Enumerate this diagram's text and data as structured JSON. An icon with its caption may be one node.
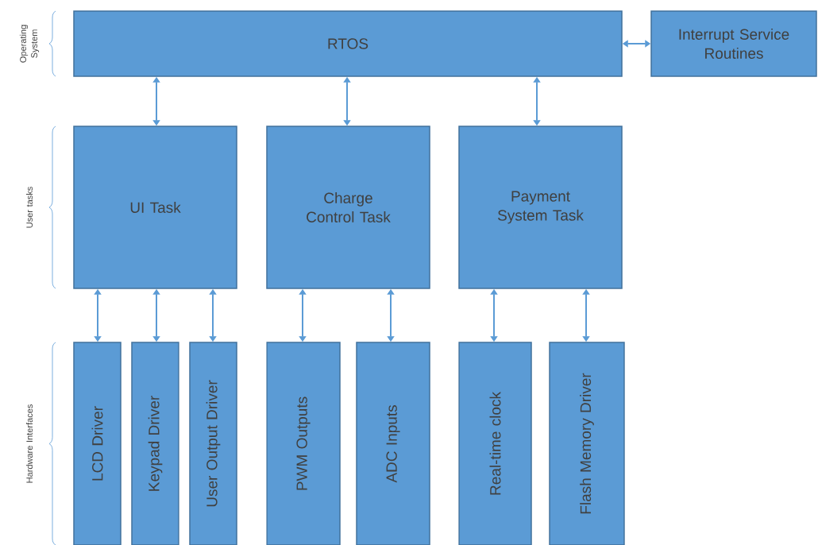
{
  "diagram": {
    "nodes": [
      {
        "text": [
          "RTOS"
        ]
      },
      {
        "text": [
          "Interrupt Service Routines"
        ]
      },
      {
        "text": [
          "UI Task"
        ]
      },
      {
        "text": [
          "Charge Control Task"
        ]
      },
      {
        "text": [
          "Payment System Task"
        ]
      },
      {
        "text": [
          "LCD Driver"
        ]
      },
      {
        "text": [
          "Keypad Driver"
        ]
      },
      {
        "text": [
          "User Output Driver"
        ]
      },
      {
        "text": [
          "PWM Outputs"
        ]
      },
      {
        "text": [
          "ADC Inputs"
        ]
      },
      {
        "text": [
          "Real-time clock"
        ]
      },
      {
        "text": [
          "Flash Memory Driver"
        ]
      }
    ],
    "edges": [
      {
        "from": 0,
        "to": 1,
        "arrow": "both"
      },
      {
        "from": 0,
        "to": 2,
        "arrow": "both"
      },
      {
        "from": 0,
        "to": 3,
        "arrow": "both"
      },
      {
        "from": 0,
        "to": 4,
        "arrow": "both"
      },
      {
        "from": 2,
        "to": 5,
        "arrow": "both"
      },
      {
        "from": 2,
        "to": 6,
        "arrow": "both"
      },
      {
        "from": 2,
        "to": 7,
        "arrow": "both"
      },
      {
        "from": 3,
        "to": 8,
        "arrow": "both"
      },
      {
        "from": 3,
        "to": 9,
        "arrow": "both"
      },
      {
        "from": 4,
        "to": 10,
        "arrow": "both"
      },
      {
        "from": 4,
        "to": 11,
        "arrow": "both"
      }
    ],
    "labels": [
      "Operating System",
      "User tasks",
      "Hardware Interfaces"
    ]
  }
}
